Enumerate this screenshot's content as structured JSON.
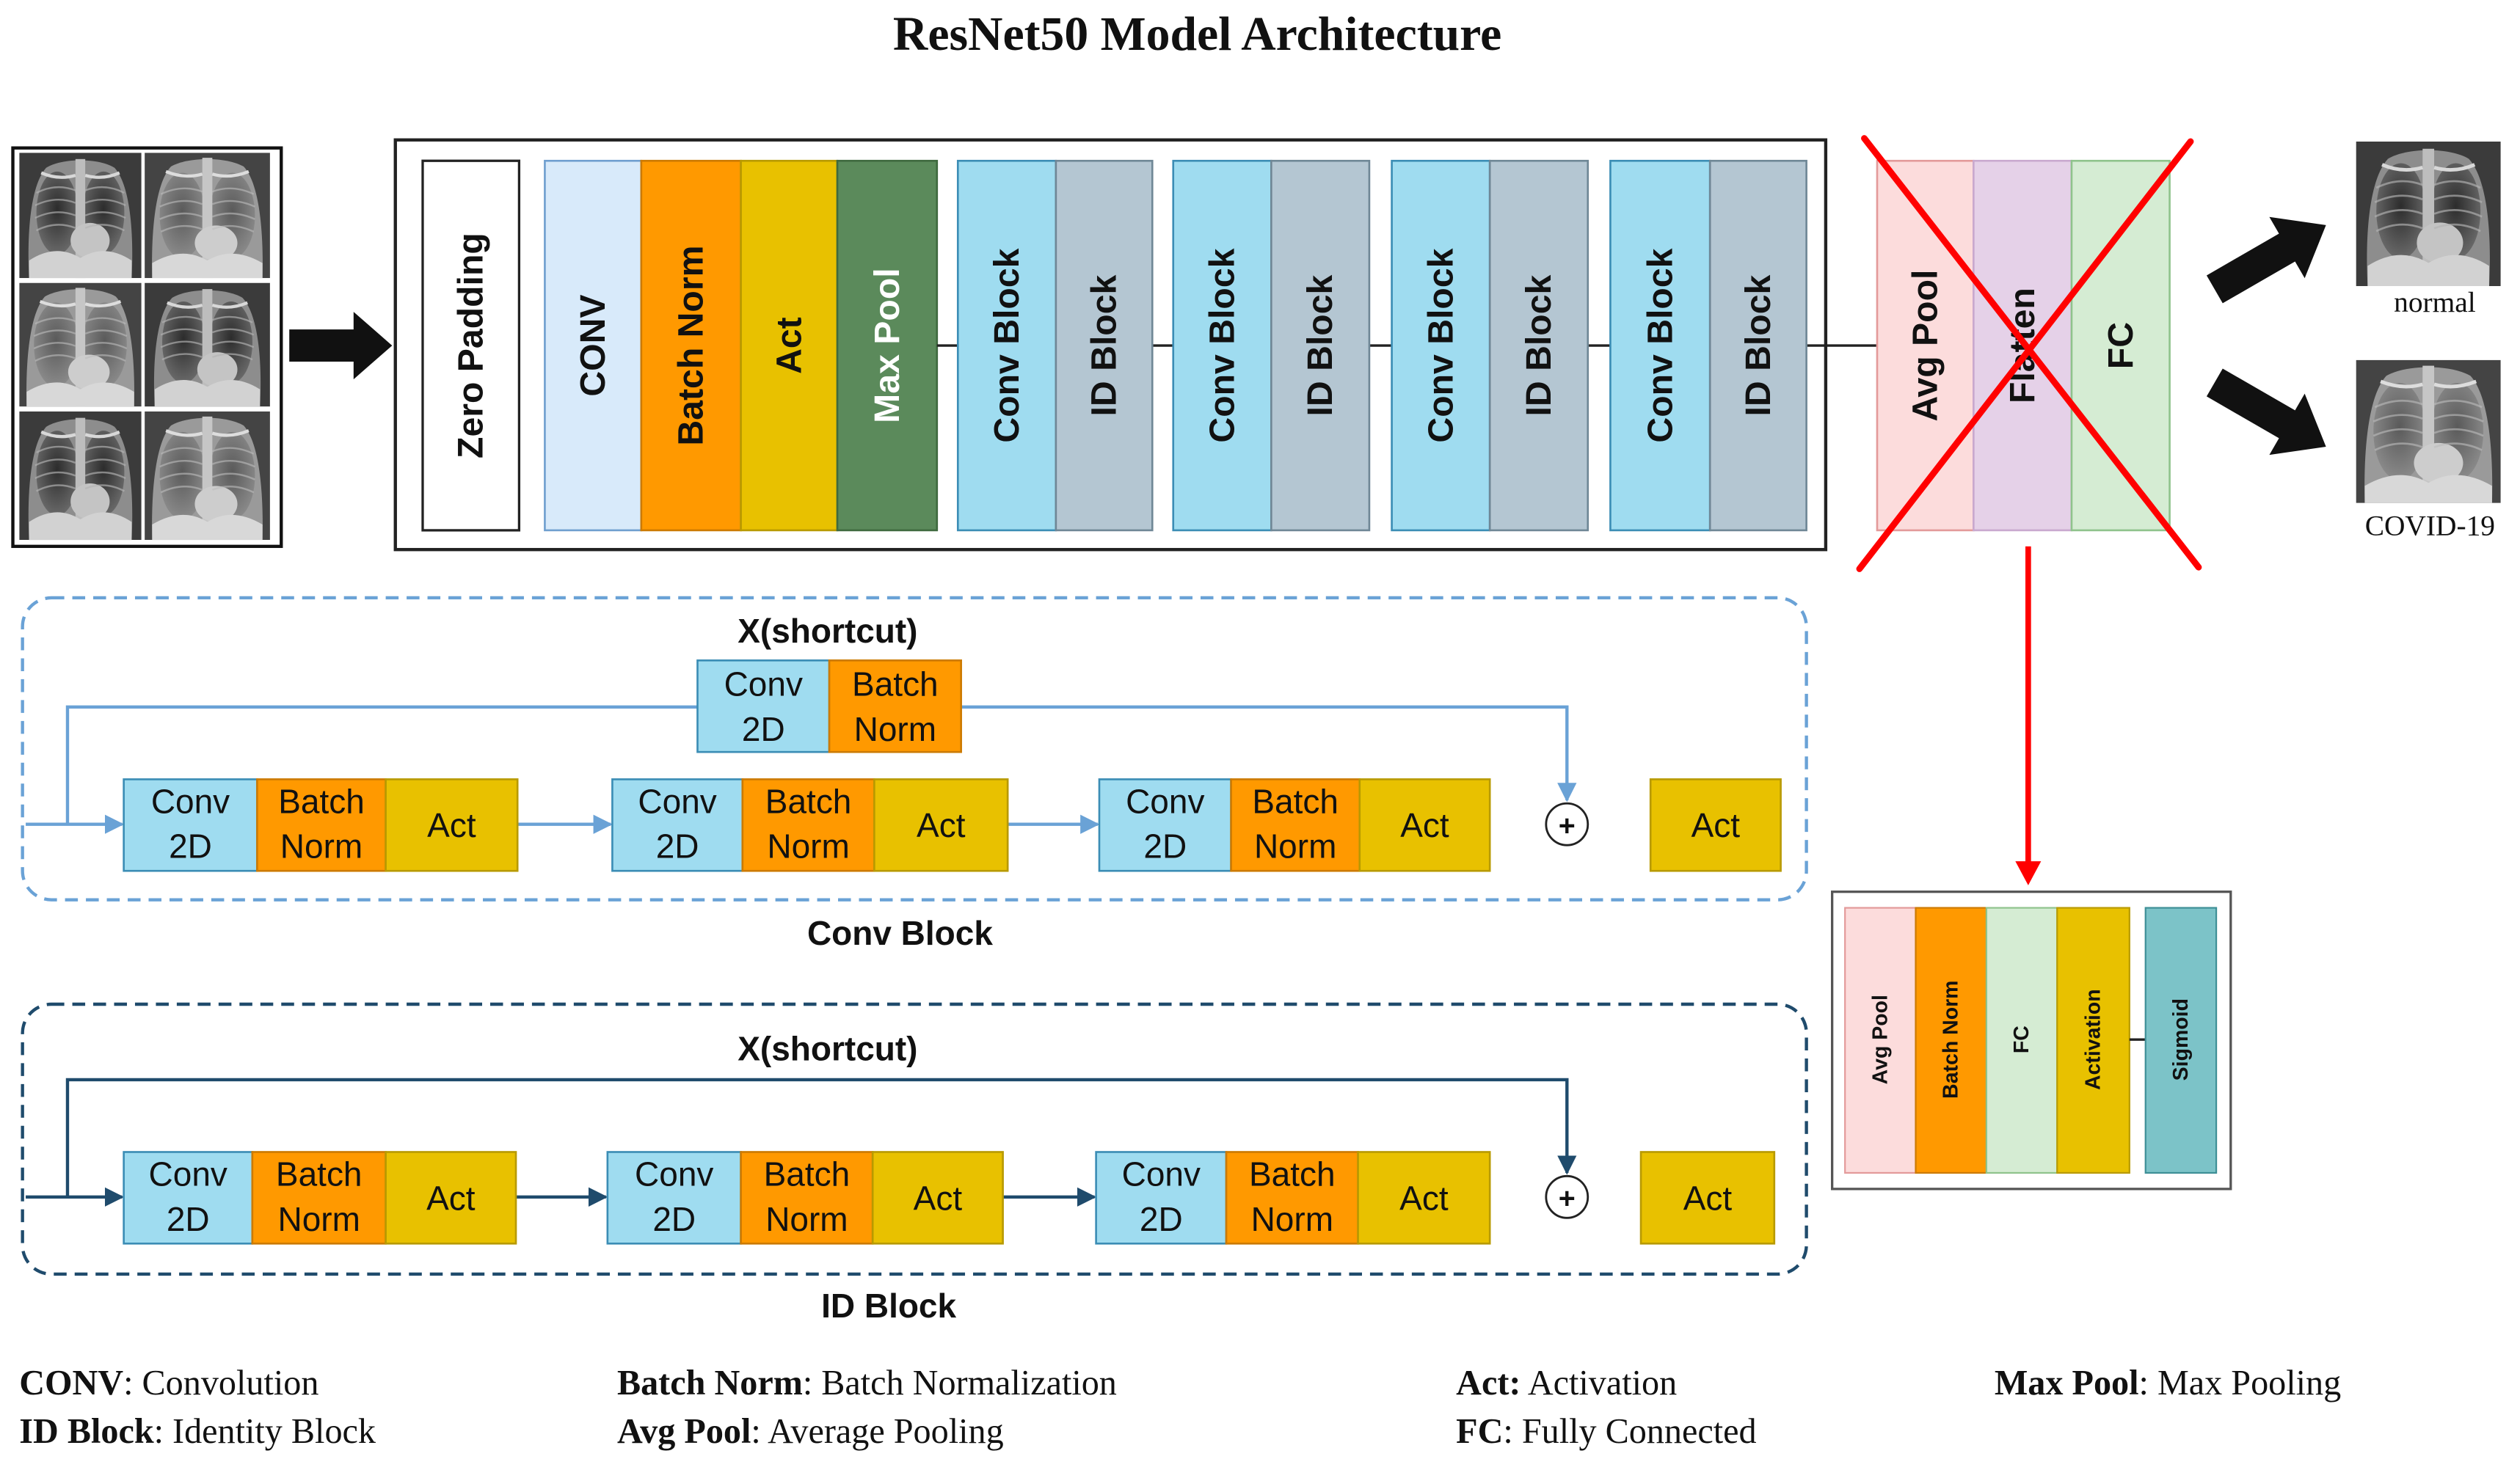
{
  "title": "ResNet50 Model Architecture",
  "pipeline": {
    "zero_padding": "Zero Padding",
    "conv": "CONV",
    "batch_norm": "Batch Norm",
    "act": "Act",
    "max_pool": "Max Pool",
    "stages": [
      {
        "conv_block": "Conv Block",
        "id_block": "ID Block"
      },
      {
        "conv_block": "Conv Block",
        "id_block": "ID Block"
      },
      {
        "conv_block": "Conv Block",
        "id_block": "ID Block"
      },
      {
        "conv_block": "Conv Block",
        "id_block": "ID Block"
      }
    ],
    "removed_head": [
      "Avg Pool",
      "Flatten",
      "FC"
    ]
  },
  "outputs": {
    "normal": "normal",
    "covid": "COVID-19"
  },
  "new_head": [
    "Avg Pool",
    "Batch Norm",
    "FC",
    "Activation",
    "Sigmoid"
  ],
  "conv_block": {
    "title": "Conv Block",
    "shortcut_label": "X(shortcut)",
    "shortcut_layers": [
      {
        "line1": "Conv",
        "line2": "2D"
      },
      {
        "line1": "Batch",
        "line2": "Norm"
      }
    ],
    "units": [
      {
        "conv": [
          "Conv",
          "2D"
        ],
        "bn": [
          "Batch",
          "Norm"
        ],
        "act": "Act"
      },
      {
        "conv": [
          "Conv",
          "2D"
        ],
        "bn": [
          "Batch",
          "Norm"
        ],
        "act": "Act"
      },
      {
        "conv": [
          "Conv",
          "2D"
        ],
        "bn": [
          "Batch",
          "Norm"
        ],
        "act": "Act"
      }
    ],
    "add": "+",
    "final_act": "Act"
  },
  "id_block": {
    "title": "ID Block",
    "shortcut_label": "X(shortcut)",
    "units": [
      {
        "conv": [
          "Conv",
          "2D"
        ],
        "bn": [
          "Batch",
          "Norm"
        ],
        "act": "Act"
      },
      {
        "conv": [
          "Conv",
          "2D"
        ],
        "bn": [
          "Batch",
          "Norm"
        ],
        "act": "Act"
      },
      {
        "conv": [
          "Conv",
          "2D"
        ],
        "bn": [
          "Batch",
          "Norm"
        ],
        "act": "Act"
      }
    ],
    "add": "+",
    "final_act": "Act"
  },
  "legend": [
    {
      "term": "CONV",
      "def": ": Convolution"
    },
    {
      "term": "Batch Norm",
      "def": ": Batch Normalization"
    },
    {
      "term": "Act:",
      "def": " Activation"
    },
    {
      "term": "Max Pool",
      "def": ": Max Pooling"
    },
    {
      "term": "ID Block",
      "def": ": Identity Block"
    },
    {
      "term": "Avg Pool",
      "def": ": Average Pooling"
    },
    {
      "term": "FC",
      "def": ": Fully Connected"
    }
  ],
  "palette": {
    "zero_pad": "#ffffff",
    "conv": "#d8eafa",
    "conv_stroke": "#6f9fcf",
    "batch_norm": "#ff9900",
    "batch_norm_stroke": "#cc7a00",
    "act": "#e8c100",
    "act_stroke": "#b89a00",
    "max_pool": "#5b8a5b",
    "max_pool_stroke": "#3f6a3f",
    "conv_block": "#9fdcf0",
    "conv_block_stroke": "#3b8db5",
    "id_block": "#b4c6d2",
    "id_block_stroke": "#6f8796",
    "avg_pool": "#fcdcdc",
    "avg_pool_stroke": "#e39a9a",
    "flatten": "#e5d1e8",
    "flatten_stroke": "#c9a9cf",
    "fc": "#d5ecd3",
    "fc_stroke": "#8fc38c",
    "sigmoid": "#7cc3c8",
    "sigmoid_stroke": "#3e8f96",
    "removed": "#ff0000",
    "conv_block_line": "#6aa2d6",
    "id_block_line": "#1f4b6c",
    "arrow": "#111111"
  }
}
